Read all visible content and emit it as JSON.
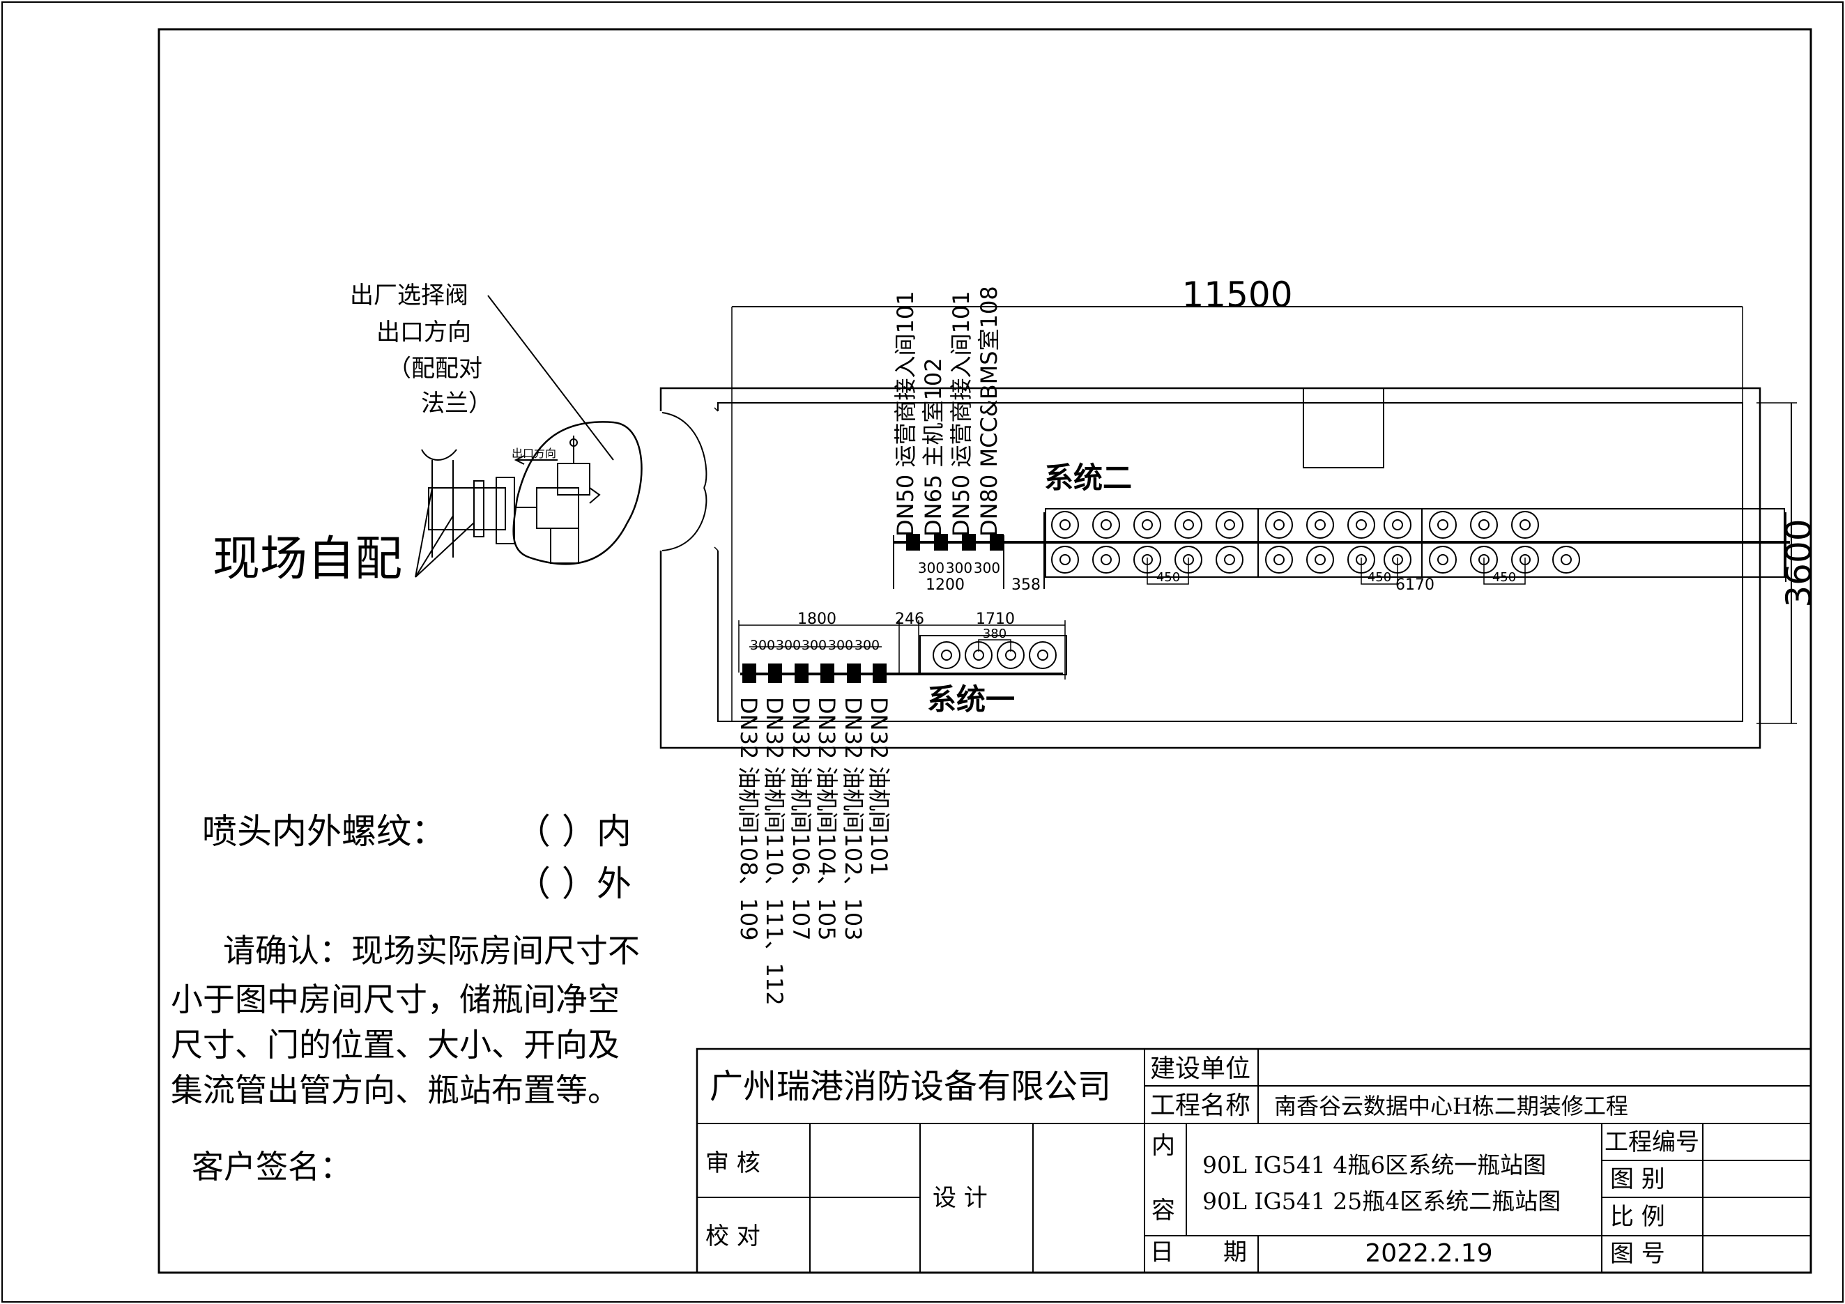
{
  "valve_note": {
    "lines": [
      "出厂选择阀",
      "出口方向",
      "（配配对",
      "法兰）"
    ],
    "arrow_label": "出口方向",
    "self_supply": "现场自配"
  },
  "dimensions": {
    "room_length": "11500",
    "room_width": "3600",
    "sys2_spacing": [
      "300",
      "300",
      "300"
    ],
    "sys2_manifold": "1200",
    "sys2_gap": "358",
    "sys2_rack": "6170",
    "sys2_bottle_pitch": [
      "450",
      "450",
      "450"
    ],
    "sys1_manifold": "1800",
    "sys1_gap": "246",
    "sys1_rack": "1710",
    "sys1_bottle_pitch": "380",
    "sys1_spacing": [
      "300",
      "300",
      "300",
      "300",
      "300"
    ]
  },
  "system2": {
    "title": "系统二",
    "pipes": [
      "DN50 运营商接入间101",
      "DN65 主机室102",
      "DN50 运营商接入间101",
      "DN80 MCC&BMS室108"
    ]
  },
  "system1": {
    "title": "系统一",
    "pipes": [
      "DN32 油机间108、109",
      "DN32 油机间110、111、112",
      "DN32 油机间106、107",
      "DN32 油机间104、105",
      "DN32 油机间102、103",
      "DN32 油机间101"
    ]
  },
  "thread_question": {
    "label": "喷头内外螺纹：",
    "option_in": "（    ）内",
    "option_out": "（    ）外"
  },
  "confirm_note": {
    "lines": [
      "请确认：现场实际房间尺寸不",
      "小于图中房间尺寸，储瓶间净空",
      "尺寸、门的位置、大小、开向及",
      "集流管出管方向、瓶站布置等。"
    ],
    "signature": "客户签名："
  },
  "title_block": {
    "company": "广州瑞港消防设备有限公司",
    "construction_unit_label": "建设单位",
    "construction_unit_value": "",
    "project_name_label": "工程名称",
    "project_name_value": "南香谷云数据中心H栋二期装修工程",
    "review_label": "审  核",
    "check_label": "校  对",
    "design_label": "设  计",
    "content_label_1": "内",
    "content_label_2": "容",
    "content_line_1": "90L IG541  4瓶6区系统一瓶站图",
    "content_line_2": "90L IG541  25瓶4区系统二瓶站图",
    "date_label_1": "日",
    "date_label_2": "期",
    "date_value": "2022.2.19",
    "project_no_label": "工程编号",
    "drawing_type_label": "图  别",
    "scale_label": "比  例",
    "drawing_no_label": "图  号"
  }
}
